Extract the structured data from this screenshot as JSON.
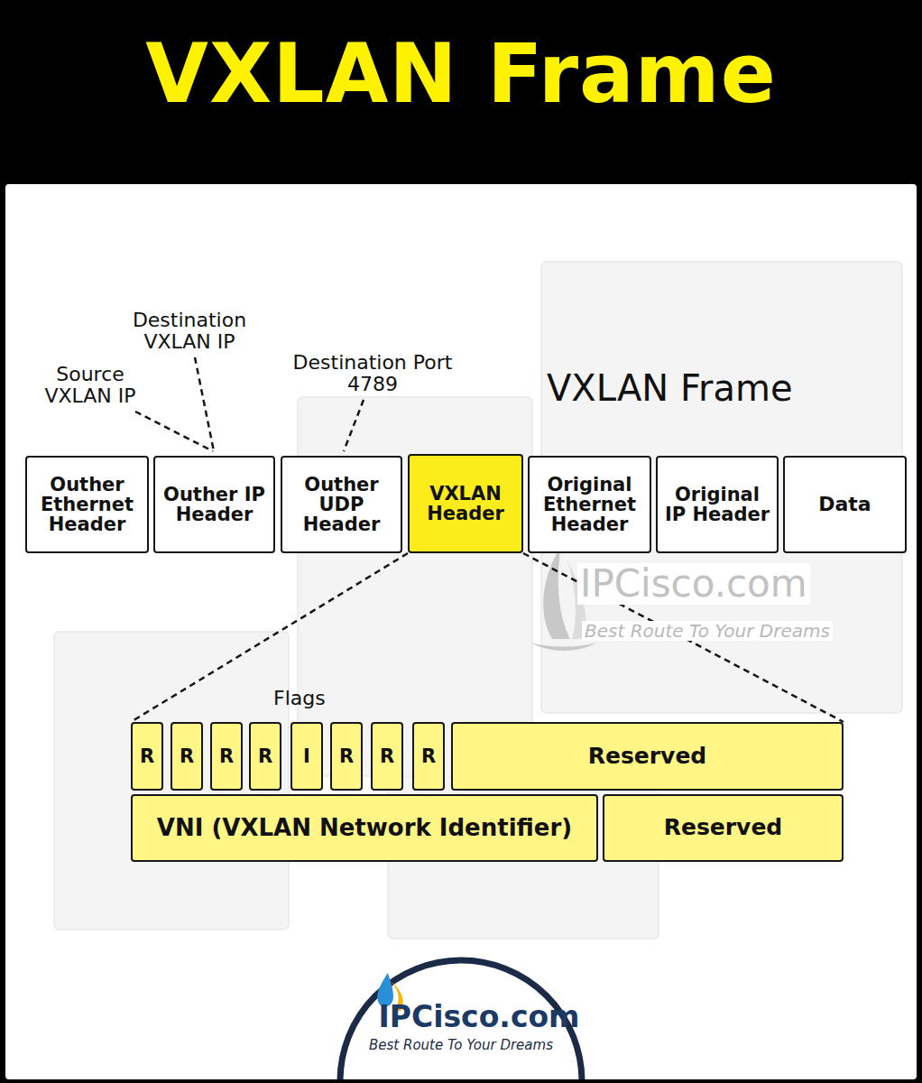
{
  "diagram": {
    "title": "VXLAN Frame",
    "nodes": [
      {
        "text": [
          "Outher Ethernet Header"
        ]
      },
      {
        "text": [
          "Outher IP Header"
        ]
      },
      {
        "text": [
          "Outher UDP Header"
        ]
      },
      {
        "text": [
          "VXLAN Header"
        ]
      },
      {
        "text": [
          "Original Ethernet Header"
        ]
      },
      {
        "text": [
          "Original IP Header"
        ]
      },
      {
        "text": [
          "Data"
        ]
      },
      {
        "text": [
          "R"
        ]
      },
      {
        "text": [
          "R"
        ]
      },
      {
        "text": [
          "R"
        ]
      },
      {
        "text": [
          "R"
        ]
      },
      {
        "text": [
          "I"
        ]
      },
      {
        "text": [
          "R"
        ]
      },
      {
        "text": [
          "R"
        ]
      },
      {
        "text": [
          "R"
        ]
      },
      {
        "text": [
          "Reserved"
        ]
      },
      {
        "text": [
          "VNI (VXLAN Network Identifier)"
        ]
      },
      {
        "text": [
          "Reserved"
        ]
      },
      {
        "text": [
          "IPCisco.com",
          "Best Route To Your Dreams"
        ]
      }
    ],
    "edges": [
      {
        "from": 3,
        "to": 7,
        "arrow": "none"
      },
      {
        "from": 3,
        "to": 15,
        "arrow": "none"
      }
    ],
    "labels": [
      "Destination VXLAN IP",
      "Source VXLAN IP",
      "Destination Port 4789",
      "VXLAN Frame",
      "IPCisco.com",
      "Best Route To Your Dreams",
      "Flags"
    ]
  }
}
